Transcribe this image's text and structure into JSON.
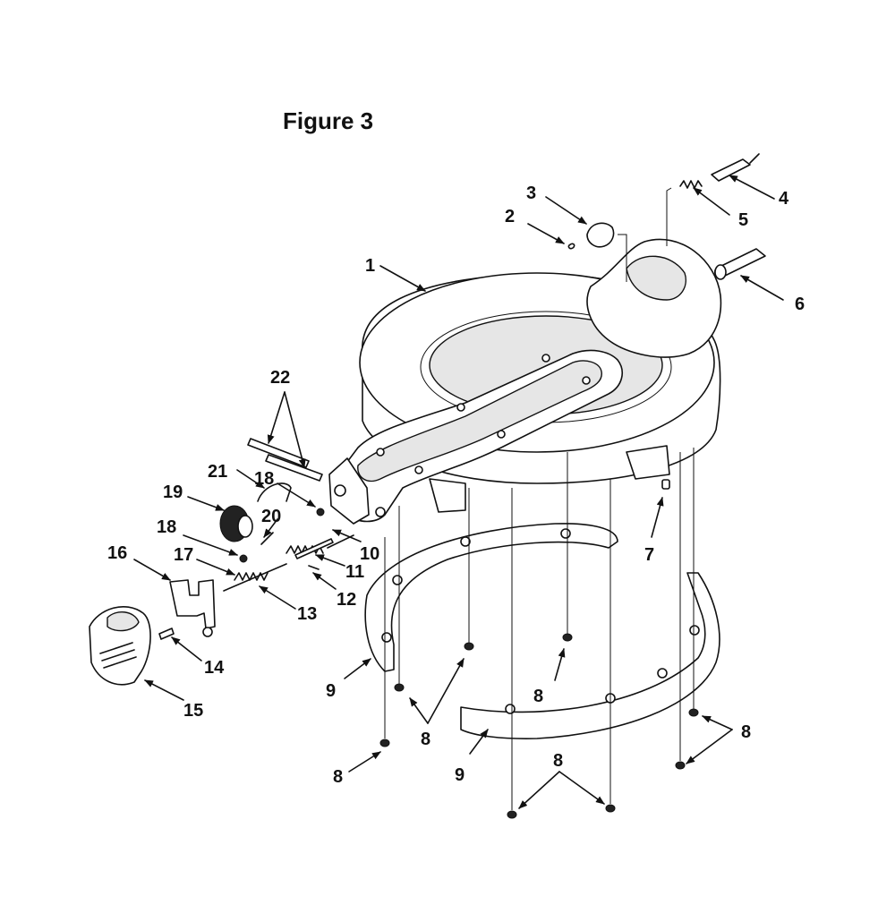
{
  "figure": {
    "title": "Figure 3"
  },
  "callouts": [
    {
      "label": "1"
    },
    {
      "label": "2"
    },
    {
      "label": "3"
    },
    {
      "label": "4"
    },
    {
      "label": "5"
    },
    {
      "label": "6"
    },
    {
      "label": "7"
    },
    {
      "label": "8"
    },
    {
      "label": "8"
    },
    {
      "label": "8"
    },
    {
      "label": "8"
    },
    {
      "label": "8"
    },
    {
      "label": "8"
    },
    {
      "label": "9"
    },
    {
      "label": "9"
    },
    {
      "label": "10"
    },
    {
      "label": "11"
    },
    {
      "label": "12"
    },
    {
      "label": "13"
    },
    {
      "label": "14"
    },
    {
      "label": "15"
    },
    {
      "label": "16"
    },
    {
      "label": "17"
    },
    {
      "label": "18"
    },
    {
      "label": "18"
    },
    {
      "label": "19"
    },
    {
      "label": "20"
    },
    {
      "label": "21"
    },
    {
      "label": "22"
    }
  ]
}
